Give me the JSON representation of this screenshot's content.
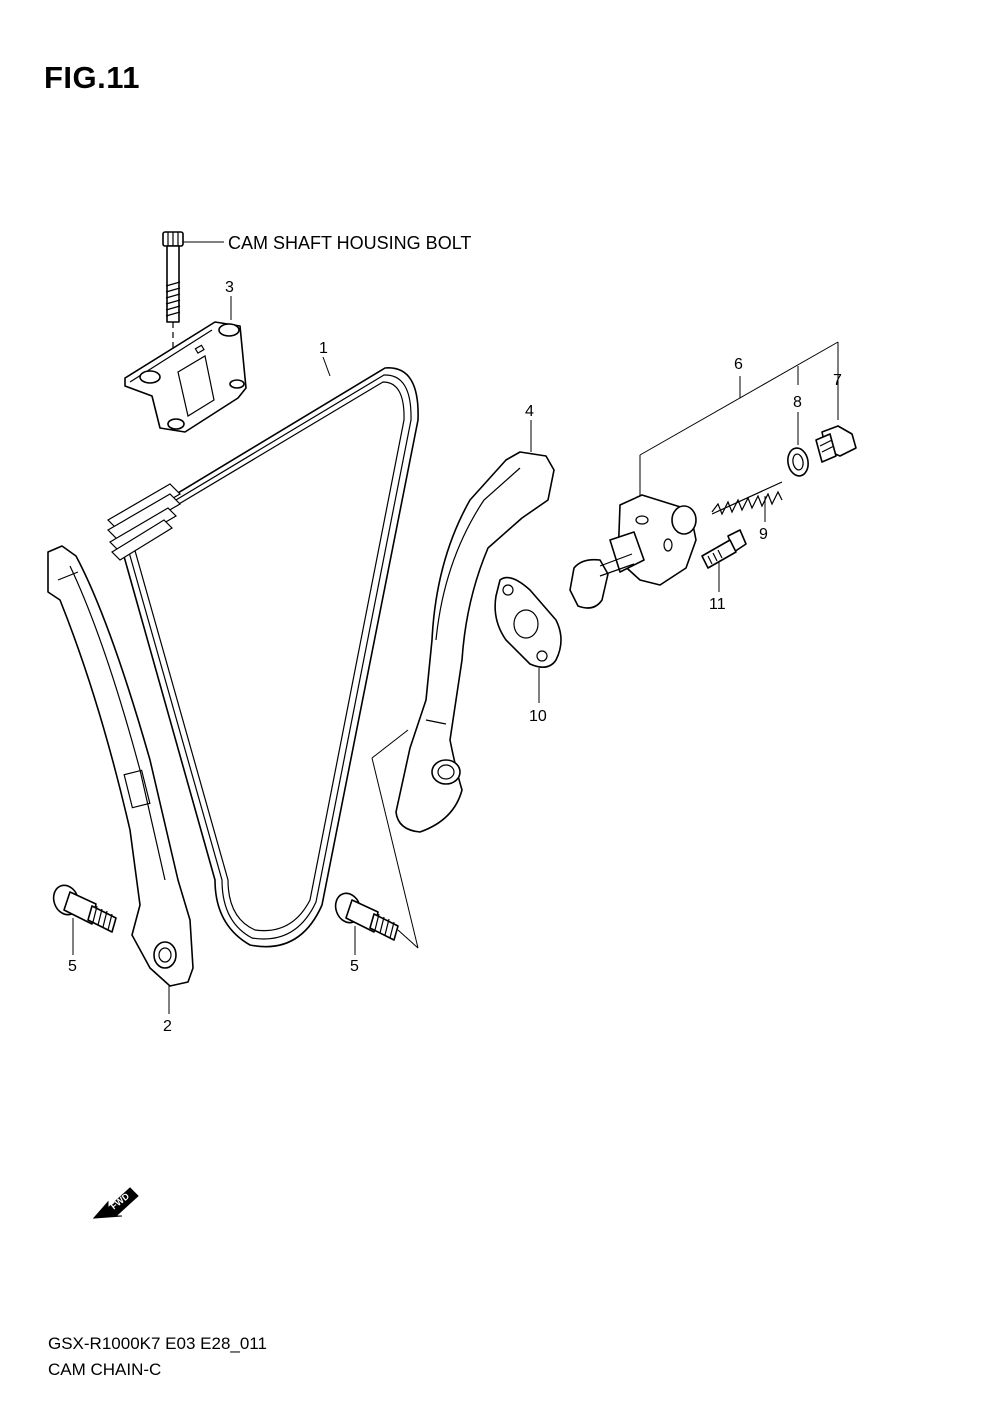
{
  "title": "FIG.11",
  "footer": {
    "code": "GSX-R1000K7 E03 E28_011",
    "name": "CAM CHAIN-C"
  },
  "callout": {
    "text": "CAM SHAFT HOUSING BOLT"
  },
  "parts": [
    {
      "ref": "1"
    },
    {
      "ref": "2"
    },
    {
      "ref": "3"
    },
    {
      "ref": "4"
    },
    {
      "ref": "5"
    },
    {
      "ref": "5"
    },
    {
      "ref": "6"
    },
    {
      "ref": "7"
    },
    {
      "ref": "8"
    },
    {
      "ref": "9"
    },
    {
      "ref": "10"
    },
    {
      "ref": "11"
    }
  ],
  "fwd_marker": {
    "text": "FWD"
  }
}
